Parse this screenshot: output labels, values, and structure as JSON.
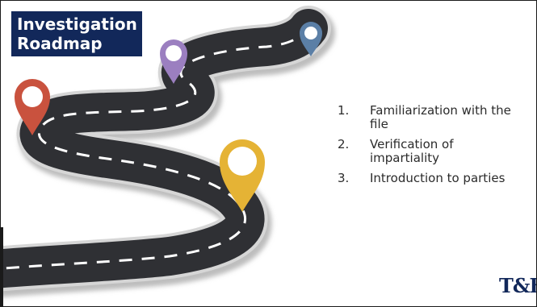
{
  "slide": {
    "title_line1": "Investigation",
    "title_line2": "Roadmap",
    "steps": [
      {
        "number": "1.",
        "text": "Familiarization with the file"
      },
      {
        "number": "2.",
        "text": "Verification of impartiality"
      },
      {
        "number": "3.",
        "text": "Introduction to parties"
      }
    ],
    "logo_text": "T&H"
  },
  "colors": {
    "title_background": "#12285a",
    "road": "#2f3034",
    "road_edge": "#c9c9c9",
    "pin_red": "#c9523e",
    "pin_purple": "#9b7fc0",
    "pin_blue": "#5b7fa6",
    "pin_yellow": "#e5b335"
  }
}
